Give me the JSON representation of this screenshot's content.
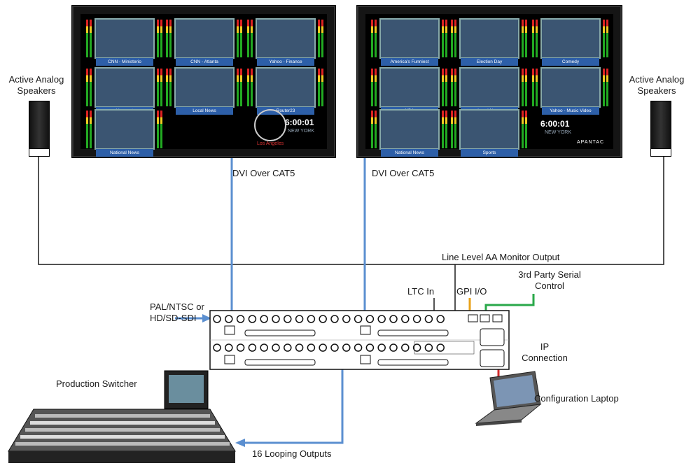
{
  "labels": {
    "speakers_left": "Active Analog Speakers",
    "speakers_right": "Active Analog Speakers",
    "dvi_left": "DVI Over CAT5",
    "dvi_right": "DVI Over CAT5",
    "aa_monitor": "Line Level AA Monitor Output",
    "third_party": "3rd Party Serial Control",
    "ltc_in": "LTC In",
    "gpi": "GPI I/O",
    "inputs": "PAL/NTSC or HD/SD-SDI",
    "ip": "IP Connection",
    "production_switcher": "Production Switcher",
    "laptop": "Configuration Laptop",
    "looping": "16 Looping Outputs"
  },
  "monitor_left": {
    "tiles": [
      "CNN - Ministerio",
      "CNN - Atlanta",
      "Yahoo - Finance",
      "Vermont",
      "Local News",
      "Router23",
      "National News"
    ],
    "clock_time": "6:00:01",
    "clock_city": "NEW YORK",
    "clock_label": "Los Angeles"
  },
  "monitor_right": {
    "tiles": [
      "America's Funniest",
      "Election Day",
      "Comedy",
      "NBA",
      "Local News",
      "Yahoo - Music Video",
      "National News",
      "Sports"
    ],
    "clock_time": "6:00:01",
    "clock_city": "NEW YORK",
    "brand": "APANTAC"
  },
  "colors": {
    "dvi_cable": "#5b8fd0",
    "audio_cable": "#1a1a1a",
    "gpi_cable": "#e8a21a",
    "serial_cable": "#2aa84a",
    "ip_cable": "#d22a2a"
  }
}
